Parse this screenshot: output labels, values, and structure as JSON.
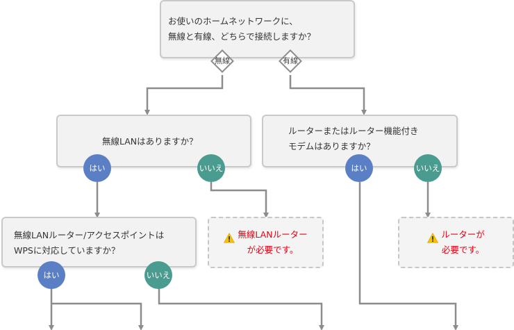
{
  "questions": {
    "q1": "お使いのホームネットワークに、\n無線と有線、どちらで接続しますか？",
    "q2": "無線LANはありますか？",
    "q3": "ルーターまたはルーター機能付き\nモデムはありますか？",
    "q4": "無線LANルーター/アクセスポイントは\nWPSに対応していますか？"
  },
  "branches": {
    "wireless": "無線",
    "wired": "有線"
  },
  "answers": {
    "yes": "はい",
    "no": "いいえ"
  },
  "results": {
    "need_wireless_router": "無線LANルーター\nが必要です。",
    "need_router": "ルーターが\n必要です。"
  },
  "colors": {
    "yes": "#5b7fc4",
    "no": "#4b9c90",
    "warning_text": "#e60012",
    "connector": "#8c8c8c"
  },
  "icons": {
    "result": "warning-icon"
  }
}
